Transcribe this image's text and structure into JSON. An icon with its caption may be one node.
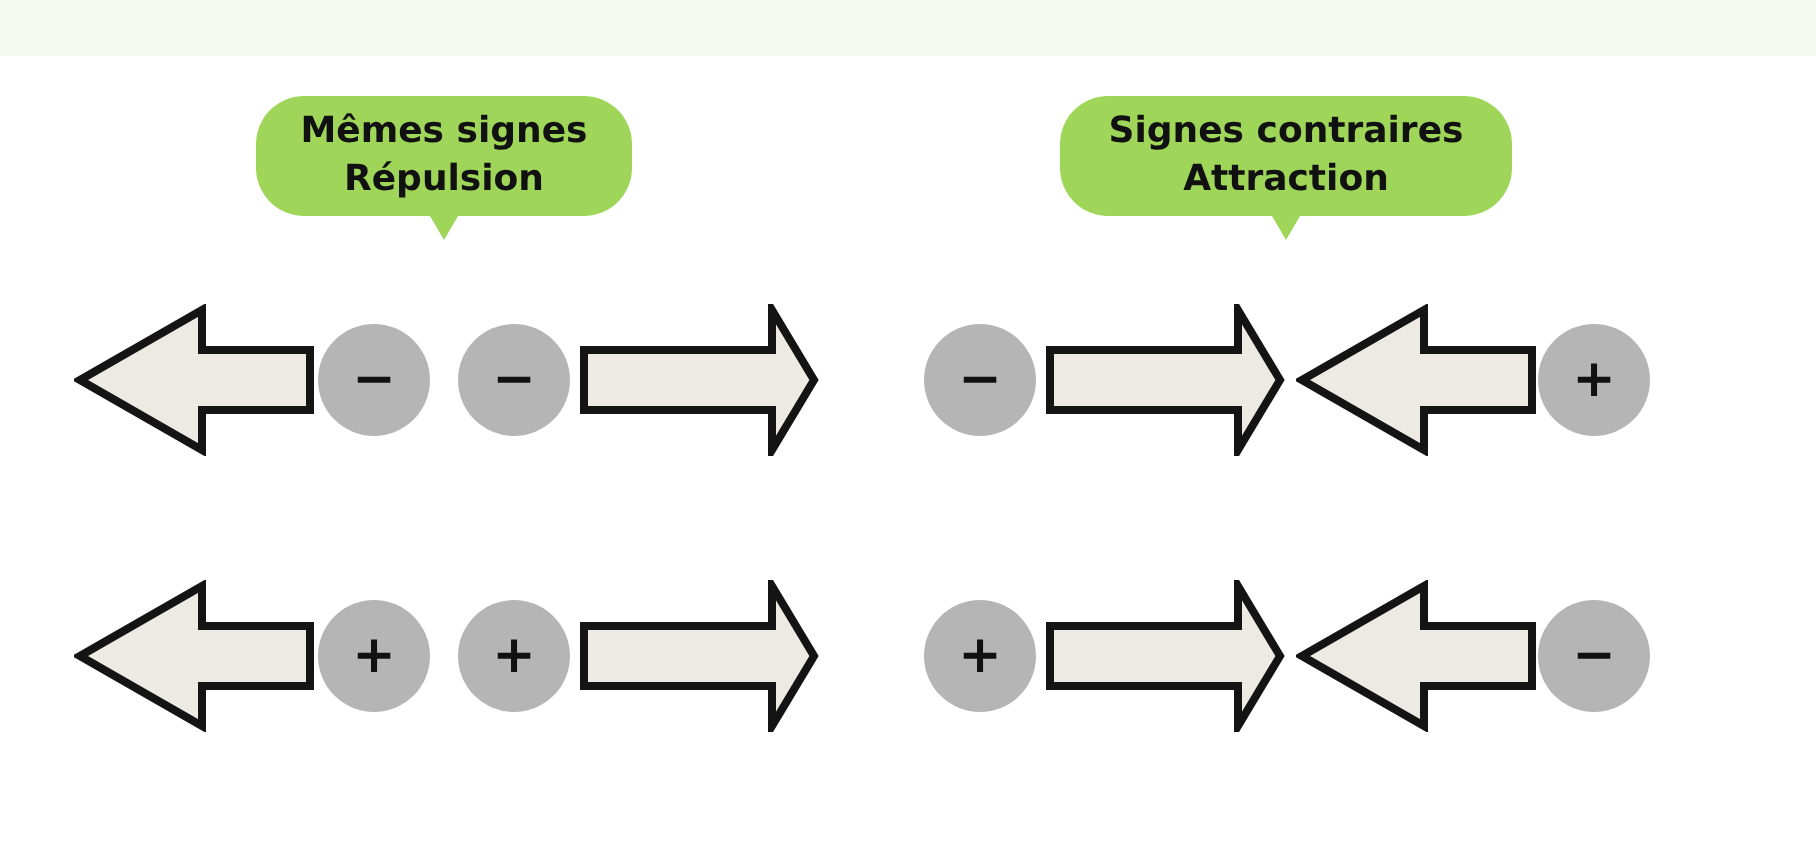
{
  "diagram": {
    "nodes": [
      {
        "text": [
          "Mêmes signes",
          "Répulsion"
        ]
      },
      {
        "text": [
          "Signes contraires",
          "Attraction"
        ]
      },
      {
        "text": [
          "−"
        ]
      },
      {
        "text": [
          "−"
        ]
      },
      {
        "text": [
          "−"
        ]
      },
      {
        "text": [
          "+"
        ]
      },
      {
        "text": [
          "+"
        ]
      },
      {
        "text": [
          "+"
        ]
      },
      {
        "text": [
          "+"
        ]
      },
      {
        "text": [
          "−"
        ]
      }
    ]
  }
}
